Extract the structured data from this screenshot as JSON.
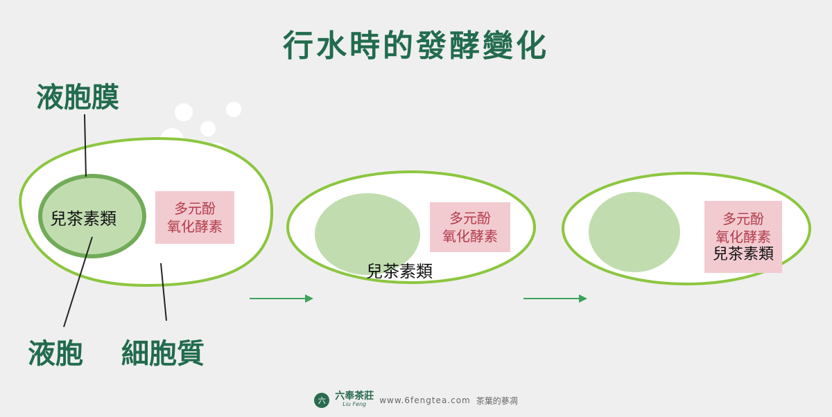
{
  "title": "行水時的發酵變化",
  "labels": {
    "vacuole_membrane": "液胞膜",
    "vacuole": "液胞",
    "cytoplasm": "細胞質"
  },
  "cells": [
    {
      "nucleus_text": "兒茶素類",
      "box_lines": [
        "多元酚",
        "氧化酵素"
      ],
      "box_extra": ""
    },
    {
      "nucleus_text": "兒茶素類",
      "box_lines": [
        "多元酚",
        "氧化酵素"
      ],
      "box_extra": ""
    },
    {
      "nucleus_text": "",
      "box_lines": [
        "多元酚",
        "氧化酵素"
      ],
      "box_extra": "兒茶素類"
    }
  ],
  "footer": {
    "brand": "六奉茶莊",
    "brand_sub": "Liu Feng",
    "logo_glyph": "六",
    "url": "www.6fengtea.com",
    "tagline": "茶葉的蔘凋"
  },
  "colors": {
    "title": "#226b4e",
    "cell_outline": "#8cc63f",
    "nucleus_fill": "#c1ddb0",
    "nucleus_outline": "#72ab58",
    "pink_box": "#f2cbd1",
    "pink_text": "#b23a4a",
    "arrow": "#3aa35a"
  }
}
